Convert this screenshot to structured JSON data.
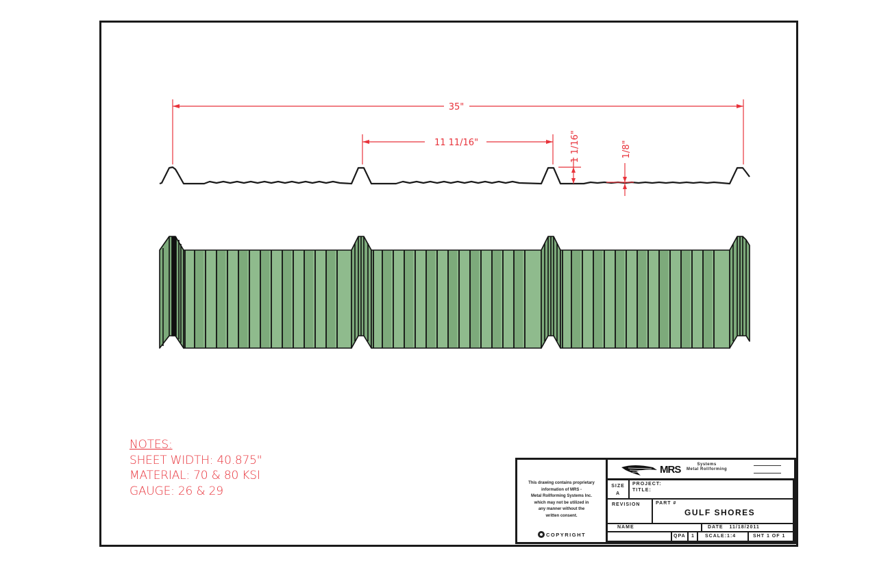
{
  "drawing": {
    "colors": {
      "dimension": "#e8333b",
      "outline": "#1a1a1a",
      "panel_fill_light": "#8fbb8d",
      "panel_fill_dark": "#7daa7b"
    },
    "dimensions": {
      "overall_width": "35\"",
      "rib_spacing": "11 11/16\"",
      "rib_height": "1 1/16\"",
      "minor_rib_depth": "1/8\""
    },
    "views": [
      "profile-section",
      "isometric-panel"
    ]
  },
  "notes": {
    "title": "NOTES:",
    "lines": [
      "SHEET WIDTH: 40.875\"",
      "MATERIAL: 70 & 80 KSI",
      "GAUGE: 26 & 29"
    ]
  },
  "title_block": {
    "disclaimer": [
      "This drawing contains proprietary",
      "information of MRS - ",
      "Metal Rollforming Systems Inc.",
      "which may not be utilized in",
      "any manner without the",
      "written consent."
    ],
    "copyright_label": "COPYRIGHT",
    "logo_text": "MRS",
    "logo_sub_1": "Systems",
    "logo_sub_2": "Metal Rollforming",
    "size_label": "SIZE",
    "size_value": "A",
    "project_label": "PROJECT:",
    "title_label": "TITLE:",
    "revision_label": "REVISION",
    "part_label": "PART #",
    "part_value": "GULF SHORES",
    "name_label": "NAME",
    "date_label": "DATE",
    "date_value": "11/18/2011",
    "qty_label": "QPA",
    "qty_value": "1",
    "scale_label": "SCALE:1:4",
    "sheet_label": "SHT 1 OF 1"
  }
}
